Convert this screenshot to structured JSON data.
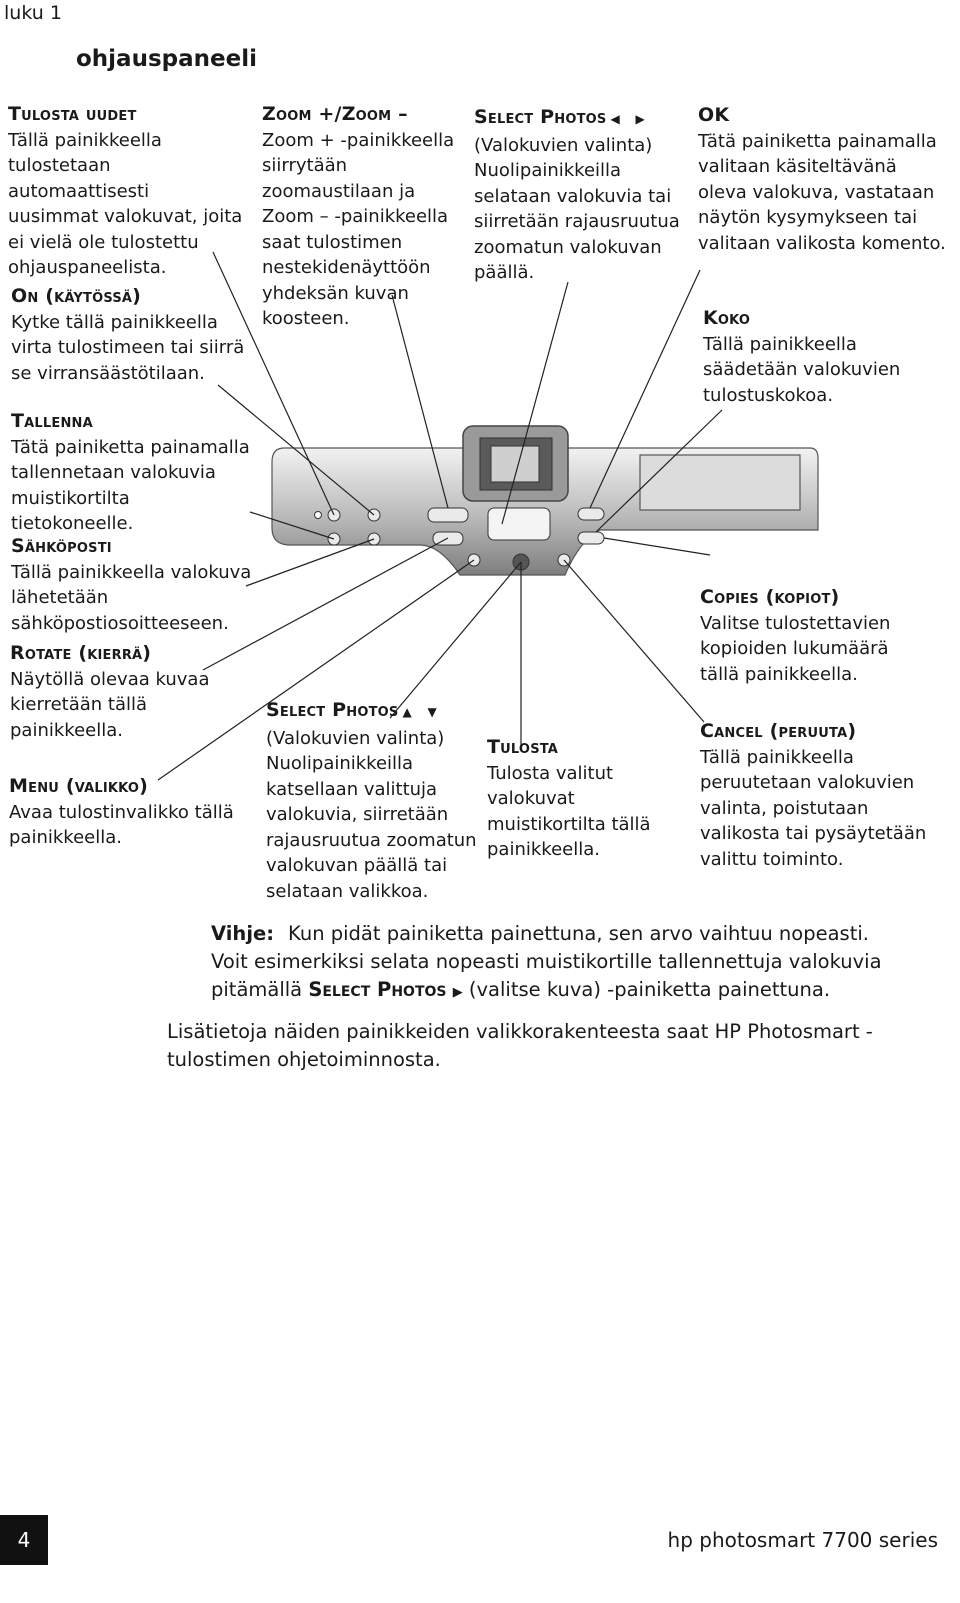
{
  "header": {
    "chapter": "luku 1",
    "section_title": "ohjauspaneeli"
  },
  "callouts": {
    "tulosta_uudet": {
      "title": "Tulosta uudet",
      "body": [
        "Tällä painikkeella",
        "tulostetaan automaattisesti",
        "uusimmat valokuvat, joita",
        "ei vielä ole tulostettu",
        "ohjauspaneelista."
      ]
    },
    "on": {
      "title": "On (käytössä)",
      "body": [
        "Kytke tällä painikkeella",
        "virta tulostimeen tai siirrä",
        "se virransäästötilaan."
      ]
    },
    "tallenna": {
      "title": "Tallenna",
      "body": [
        "Tätä painiketta painamalla",
        "tallennetaan valokuvia",
        "muistikortilta tietokoneelle."
      ]
    },
    "zoom": {
      "title": "Zoom +/Zoom –",
      "body": [
        "Zoom + -painikkeella",
        "siirrytään",
        "zoomaustilaan ja",
        "Zoom – -painikkeella",
        "saat tulostimen",
        "nestekidenäyttöön",
        "yhdeksän kuvan",
        "koosteen."
      ]
    },
    "select_lr": {
      "title": "Select Photos",
      "arrows": "◀ ▶",
      "body": [
        "(Valokuvien valinta)",
        "Nuolipainikkeilla",
        "selataan valokuvia tai",
        "siirretään rajausruutua",
        "zoomatun valokuvan",
        "päällä."
      ]
    },
    "ok": {
      "title": "OK",
      "body": [
        "Tätä painiketta painamalla",
        "valitaan käsiteltävänä",
        "oleva valokuva, vastataan",
        "näytön kysymykseen tai",
        "valitaan valikosta komento."
      ]
    },
    "koko": {
      "title": "Koko",
      "body": [
        "Tällä painikkeella",
        "säädetään valokuvien",
        "tulostuskokoa."
      ]
    },
    "sahkoposti": {
      "title": "Sähköposti",
      "body": [
        "Tällä painikkeella valokuva",
        "lähetetään",
        "sähköpostiosoitteeseen."
      ]
    },
    "rotate": {
      "title": "Rotate (kierrä)",
      "body": [
        "Näytöllä olevaa kuvaa",
        "kierretään tällä",
        "painikkeella."
      ]
    },
    "menu": {
      "title": "Menu (valikko)",
      "body": [
        "Avaa tulostinvalikko tällä",
        "painikkeella."
      ]
    },
    "select_ud": {
      "title": "Select Photos",
      "arrows": "▲ ▼",
      "body": [
        "(Valokuvien valinta)",
        "Nuolipainikkeilla",
        "katsellaan valittuja",
        "valokuvia, siirretään",
        "rajausruutua zoomatun",
        "valokuvan päällä tai",
        "selataan valikkoa."
      ]
    },
    "tulosta": {
      "title": "Tulosta",
      "body": [
        "Tulosta valitut",
        "valokuvat",
        "muistikortilta tällä",
        "painikkeella."
      ]
    },
    "copies": {
      "title": "Copies (kopiot)",
      "body": [
        "Valitse tulostettavien",
        "kopioiden lukumäärä",
        "tällä painikkeella."
      ]
    },
    "cancel": {
      "title": "Cancel (peruuta)",
      "body": [
        "Tällä painikkeella",
        "peruutetaan valokuvien",
        "valinta, poistutaan",
        "valikosta tai pysäytetään",
        "valittu toiminto."
      ]
    }
  },
  "tip": {
    "label": "Vihje:",
    "line1": "Kun pidät painiketta painettuna, sen arvo vaihtuu nopeasti.",
    "line2": "Voit esimerkiksi selata nopeasti muistikortille tallennettuja valokuvia",
    "line3_pre": "pitämällä",
    "line3_button": "Select Photos",
    "line3_arrow": "▶",
    "line3_post": "(valitse kuva) -painiketta painettuna."
  },
  "more_info": "Lisätietoja näiden painikkeiden valikkorakenteesta saat HP Photosmart -tulostimen ohjetoiminnosta.",
  "footer": {
    "page_number": "4",
    "product": "hp photosmart 7700 series"
  }
}
